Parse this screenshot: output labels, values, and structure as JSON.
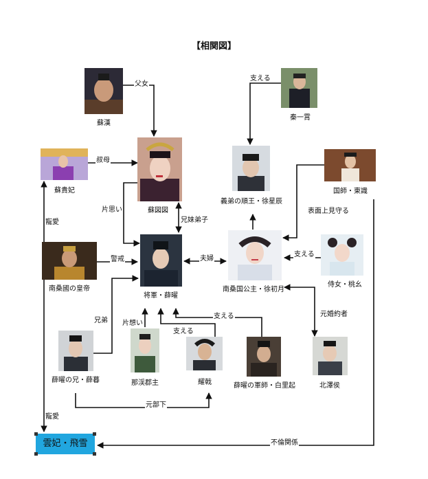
{
  "title": "【相関図】",
  "people": {
    "su_han": "蘇漢",
    "qin_yixiao": "秦一霄",
    "su_guifei": "蘇貴妃",
    "su_tutu": "蘇図図",
    "xu_xingchen": "義弟の順王・徐星辰",
    "guoshi_dongshi": "国師・東識",
    "emperor": "南桑國の皇帝",
    "xue_yao": "将軍・薛曜",
    "xu_chuyue": "南桑国公主・徐初月",
    "taoxuan": "侍女・桃幺",
    "xue_mu": "薛曜の兄・薛暮",
    "naxi": "那渓郡主",
    "yaoji": "耀戟",
    "bailiqi": "薛曜の軍師・白里起",
    "beizehou": "北澤侯",
    "yunfei": "雲妃・飛雪"
  },
  "relations": {
    "fatherdaughter": "父女",
    "serve_qin": "支える",
    "aunt": "叔母",
    "oneside_tutu": "片思い",
    "siblings": "兄妹弟子",
    "favored_top": "寵愛",
    "front_protect": "表面上見守る",
    "caution": "警戒",
    "married": "夫婦",
    "serve_tao": "支える",
    "brother": "兄弟",
    "oneside_naxi": "片想い",
    "serve_yaoji": "支える",
    "serve_baili": "支える",
    "fiance": "元婚約者",
    "subordinate": "元部下",
    "favored_bottom": "寵愛",
    "affair": "不倫関係"
  },
  "colors": {
    "line": "#111111",
    "highlight_box": "#21a6df"
  }
}
